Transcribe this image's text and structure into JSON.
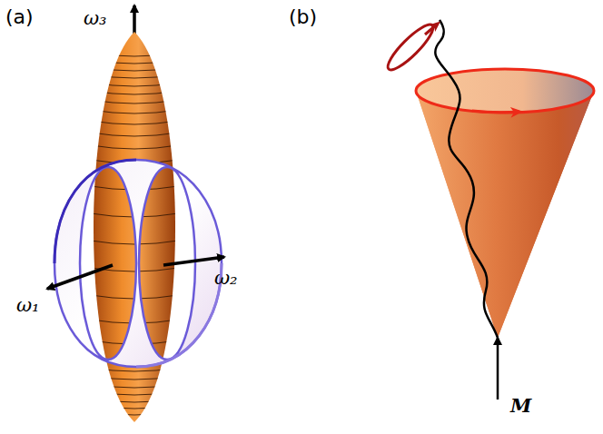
{
  "diagram": {
    "labels": [
      "(a)",
      "(b)",
      "ω₃",
      "ω₁",
      "ω₂",
      "M"
    ]
  }
}
